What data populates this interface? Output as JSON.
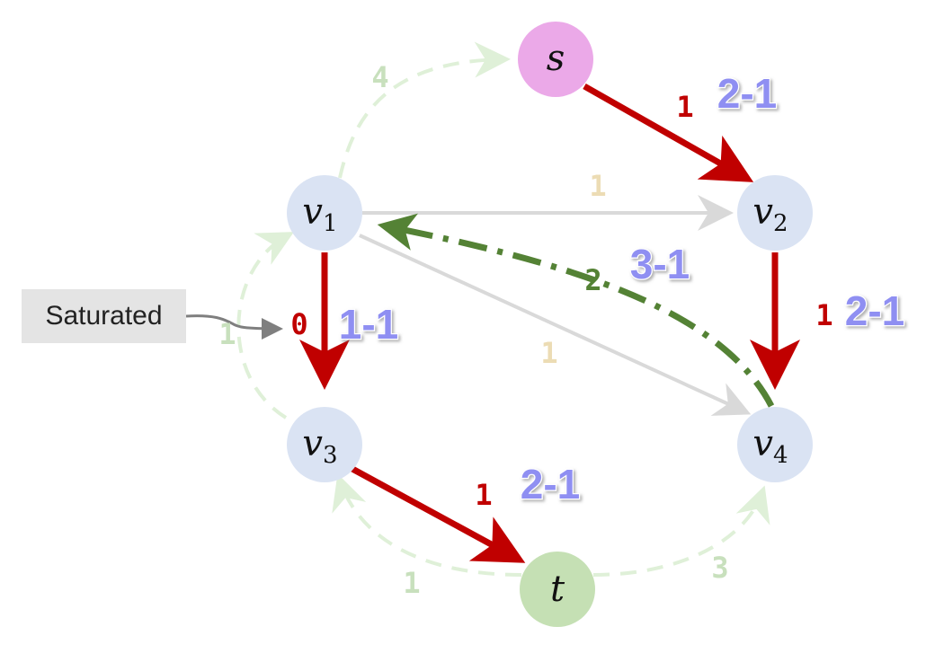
{
  "colors": {
    "flow_edge": "#c00000",
    "residual_faded": "#dff0d8",
    "residual_label_faded": "#c8e0bd",
    "reverse_edge": "#548235",
    "unused_edge": "#d9d9d9",
    "unused_label": "#ecdcb4",
    "badge_fill": "#8f8ff2",
    "node_default": "#dae3f3",
    "node_source": "#eba9e8",
    "node_sink": "#c5e0b4"
  },
  "nodes": {
    "s": {
      "main": "s",
      "sub": ""
    },
    "v1": {
      "main": "v",
      "sub": "1"
    },
    "v2": {
      "main": "v",
      "sub": "2"
    },
    "v3": {
      "main": "v",
      "sub": "3"
    },
    "v4": {
      "main": "v",
      "sub": "4"
    },
    "t": {
      "main": "t",
      "sub": ""
    }
  },
  "edge_labels": {
    "s_v2": "1",
    "v1_v2": "1",
    "v1_v3": "0",
    "v1_v4": "1",
    "v2_v4": "1",
    "v3_t": "1",
    "v4_v1_reverse": "2",
    "v1_s_residual": "4",
    "v3_v1_residual": "1",
    "t_v3_residual": "1",
    "t_v4_residual": "3"
  },
  "badges": {
    "s_v2": "2-1",
    "v2_v4": "2-1",
    "v4_v1": "3-1",
    "v1_v3": "1-1",
    "v3_t": "2-1"
  },
  "callout": {
    "text": "Saturated"
  }
}
